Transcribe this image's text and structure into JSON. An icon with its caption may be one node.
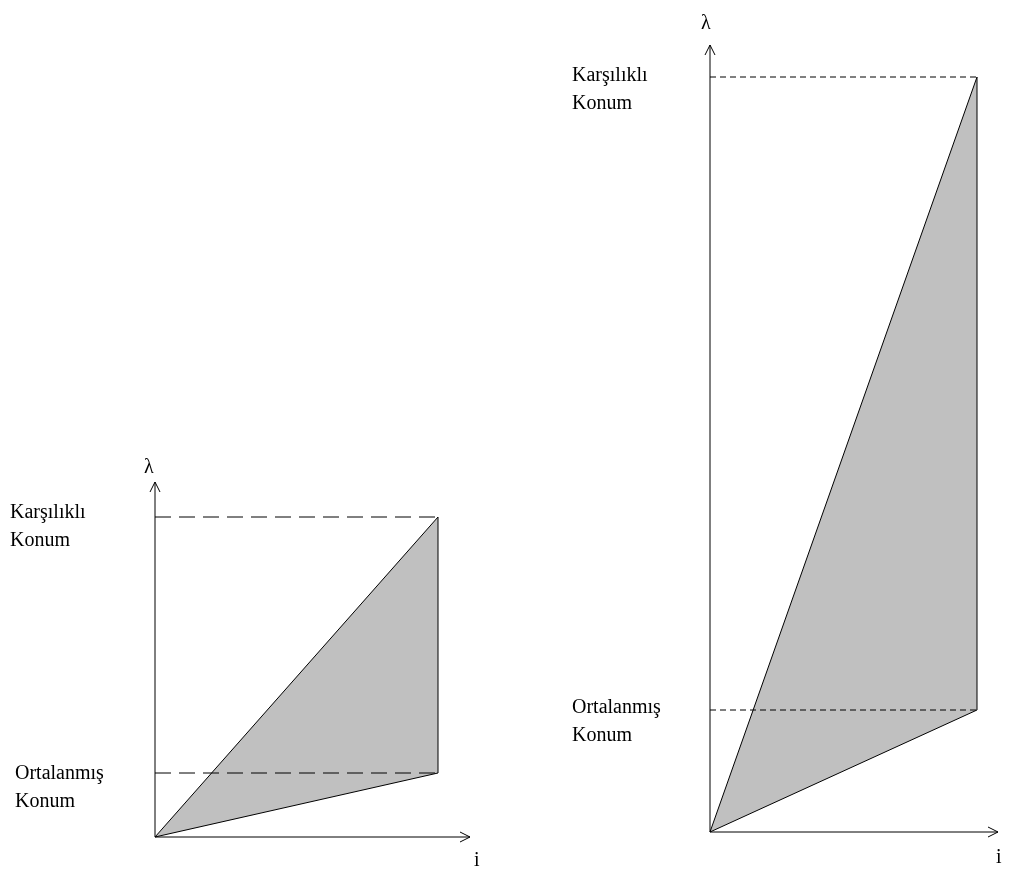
{
  "diagram": {
    "labels": [
      "λ",
      "Karşılıklı Konum",
      "λ",
      "Karşılıklı Konum",
      "Ortalanmış Konum",
      "Ortalanmış Konum",
      "i",
      "i"
    ]
  }
}
